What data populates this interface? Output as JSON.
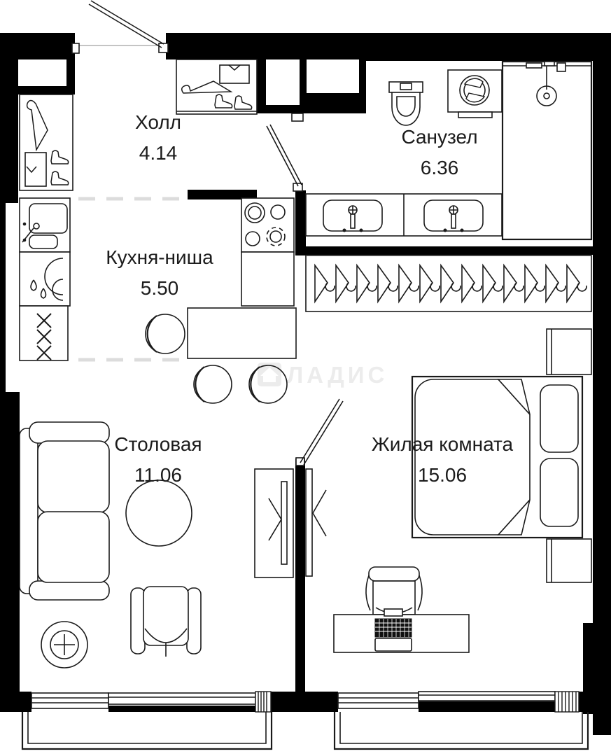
{
  "plan": {
    "type": "apartment-floor-plan",
    "rooms": [
      {
        "key": "hall",
        "name": "Холл",
        "area": "4.14"
      },
      {
        "key": "bathroom",
        "name": "Санузел",
        "area": "6.36"
      },
      {
        "key": "kitchen_niche",
        "name": "Кухня-ниша",
        "area": "5.50"
      },
      {
        "key": "dining",
        "name": "Столовая",
        "area": "11.06"
      },
      {
        "key": "living",
        "name": "Жилая комната",
        "area": "15.06"
      }
    ],
    "watermark": {
      "label": "ЛАДИС",
      "icon": "house-logo-icon",
      "color": "#ececec"
    },
    "furniture": [
      "entrance-door",
      "hall-wardrobe",
      "entry-closet",
      "kitchen-sink-cabinet",
      "kitchen-cabinet",
      "kitchen-drawer-cabinet",
      "stove",
      "kitchen-counter",
      "bar-table",
      "bar-chair",
      "bar-stool",
      "toilet",
      "washing-machine",
      "shower",
      "double-sink",
      "wardrobe-hangers",
      "sofa",
      "dining-table",
      "armchair",
      "floor-lamp",
      "tv-stand",
      "tv-panel",
      "bed",
      "pillow",
      "wardrobe-cabinet",
      "desk",
      "laptop",
      "desk-chair",
      "window",
      "balcony"
    ],
    "colors": {
      "wall": "#000000",
      "line": "#1a1a1a",
      "zone_dash": "#dcdcdc",
      "background": "#ffffff"
    }
  }
}
